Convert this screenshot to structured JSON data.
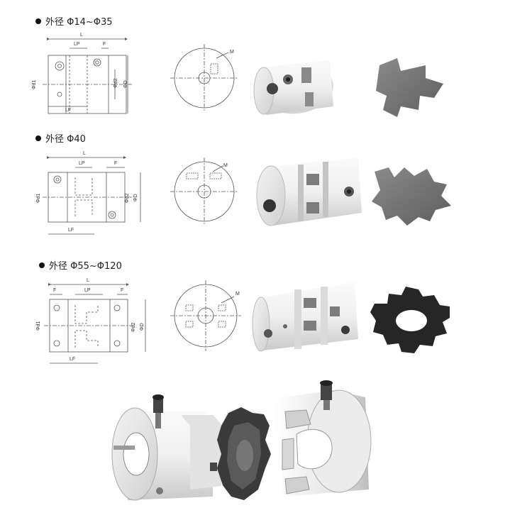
{
  "sections": [
    {
      "title": "外径 Φ14~Φ35"
    },
    {
      "title": "外径 Φ40"
    },
    {
      "title": "外径 Φ55~Φ120"
    }
  ],
  "dimensions": {
    "L": "L",
    "LP": "LP",
    "F": "F",
    "LF": "LF",
    "d1": "Φd1",
    "d2": "Φd2",
    "D": "ΦD",
    "M": "M"
  },
  "colors": {
    "line": "#555555",
    "aluminum": "#e8e8e8",
    "spider_light": "#7a7a7a",
    "spider_dark": "#2b2b2b"
  }
}
